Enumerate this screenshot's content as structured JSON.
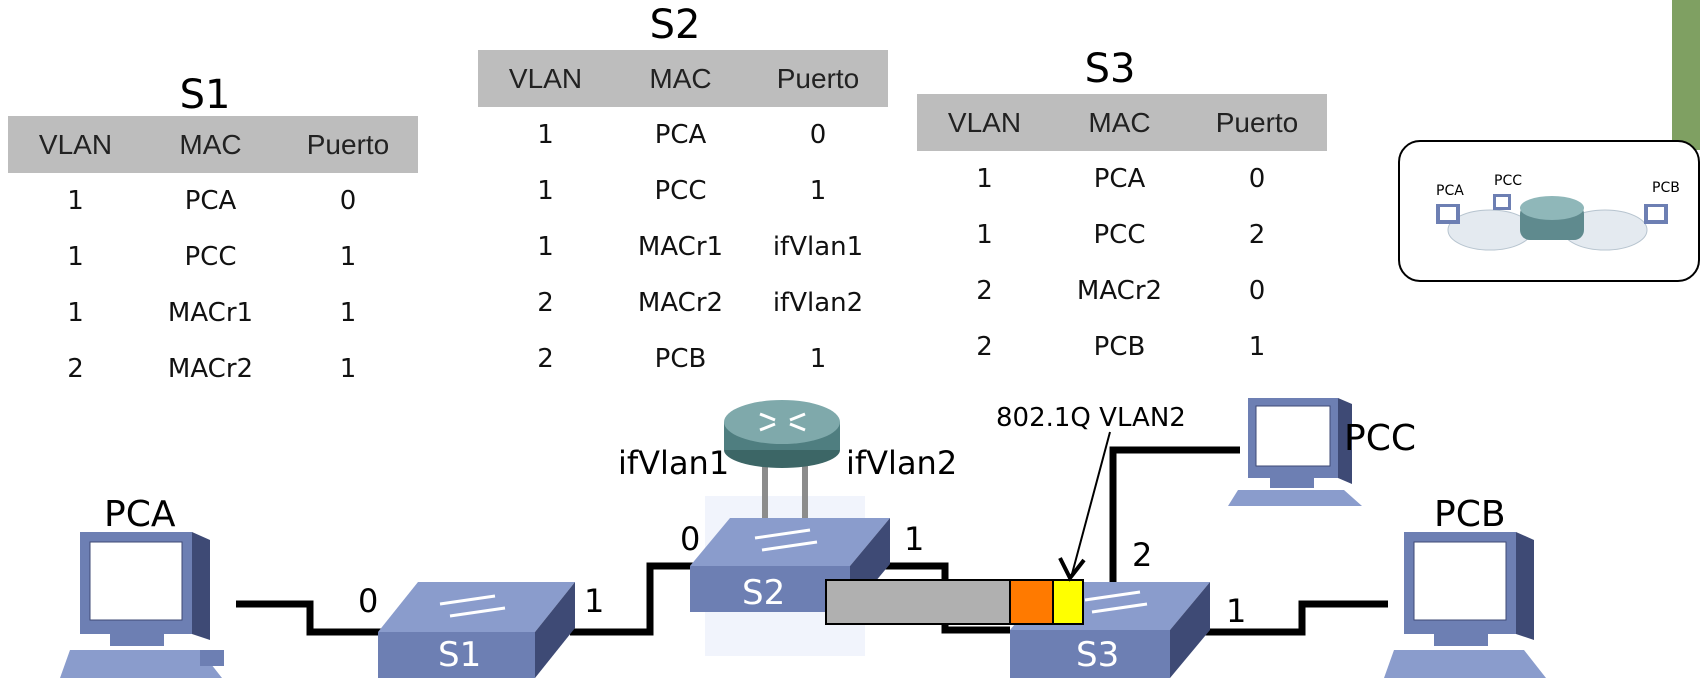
{
  "tables": [
    {
      "title": "S1",
      "headers": [
        "VLAN",
        "MAC",
        "Puerto"
      ],
      "rows": [
        [
          "1",
          "PCA",
          "0"
        ],
        [
          "1",
          "PCC",
          "1"
        ],
        [
          "1",
          "MACr1",
          "1"
        ],
        [
          "2",
          "MACr2",
          "1"
        ]
      ]
    },
    {
      "title": "S2",
      "headers": [
        "VLAN",
        "MAC",
        "Puerto"
      ],
      "rows": [
        [
          "1",
          "PCA",
          "0"
        ],
        [
          "1",
          "PCC",
          "1"
        ],
        [
          "1",
          "MACr1",
          "ifVlan1"
        ],
        [
          "2",
          "MACr2",
          "ifVlan2"
        ],
        [
          "2",
          "PCB",
          "1"
        ]
      ]
    },
    {
      "title": "S3",
      "headers": [
        "VLAN",
        "MAC",
        "Puerto"
      ],
      "rows": [
        [
          "1",
          "PCA",
          "0"
        ],
        [
          "1",
          "PCC",
          "2"
        ],
        [
          "2",
          "MACr2",
          "0"
        ],
        [
          "2",
          "PCB",
          "1"
        ]
      ]
    }
  ],
  "switches": {
    "s1": "S1",
    "s2": "S2",
    "s3": "S3"
  },
  "pcs": {
    "pca": "PCA",
    "pcb": "PCB",
    "pcc": "PCC"
  },
  "router": {
    "if1": "ifVlan1",
    "if2": "ifVlan2"
  },
  "ports": {
    "s1_left": "0",
    "s1_right": "1",
    "s2_left": "0",
    "s2_right": "1",
    "s3_top": "2",
    "s3_right": "1"
  },
  "frame_label": "802.1Q VLAN2",
  "inset": {
    "pca": "PCA",
    "pcc": "PCC",
    "pcb": "PCB"
  },
  "colors": {
    "switch": "#6d7fb3",
    "frame_gray": "#b0b0b0",
    "frame_orange": "#ff7a00",
    "frame_yellow": "#ffff00",
    "accent": "#7fa062"
  }
}
